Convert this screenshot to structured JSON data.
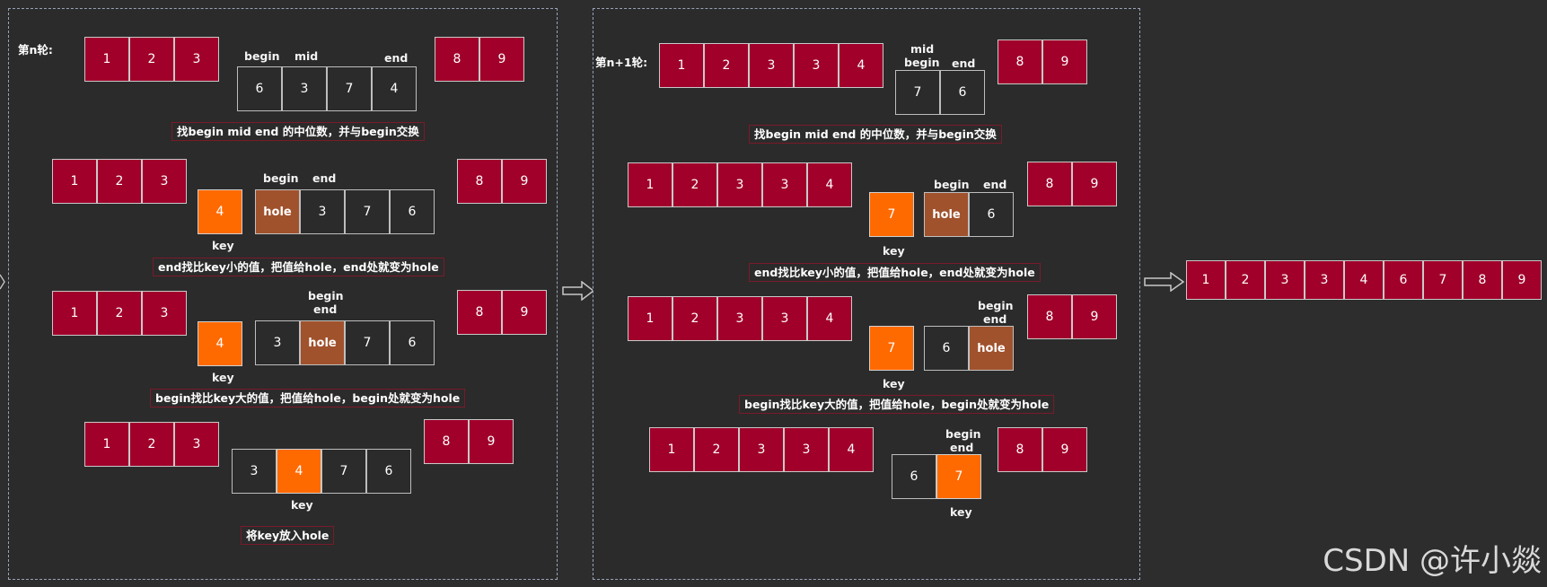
{
  "round1": {
    "label": "第n轮:",
    "step1": {
      "left": [
        "1",
        "2",
        "3"
      ],
      "middle": [
        "6",
        "3",
        "7",
        "4"
      ],
      "right": [
        "8",
        "9"
      ],
      "ptr_begin": "begin",
      "ptr_mid": "mid",
      "ptr_end": "end",
      "caption": "找begin mid end 的中位数，并与begin交换"
    },
    "step2": {
      "left": [
        "1",
        "2",
        "3"
      ],
      "key": "4",
      "key_label": "key",
      "middle": [
        "hole",
        "3",
        "7",
        "6"
      ],
      "right": [
        "8",
        "9"
      ],
      "ptr_begin": "begin",
      "ptr_end": "end",
      "caption": "end找比key小的值，把值给hole，end处就变为hole"
    },
    "step3": {
      "left": [
        "1",
        "2",
        "3"
      ],
      "key": "4",
      "key_label": "key",
      "middle": [
        "3",
        "hole",
        "7",
        "6"
      ],
      "right": [
        "8",
        "9"
      ],
      "ptr_begin": "begin",
      "ptr_end": "end",
      "caption": "begin找比key大的值，把值给hole，begin处就变为hole"
    },
    "step4": {
      "left": [
        "1",
        "2",
        "3"
      ],
      "middle": [
        "3",
        "4",
        "7",
        "6"
      ],
      "right": [
        "8",
        "9"
      ],
      "key_label": "key",
      "caption": "将key放入hole"
    }
  },
  "round2": {
    "label": "第n+1轮:",
    "step1": {
      "left": [
        "1",
        "2",
        "3",
        "3",
        "4"
      ],
      "middle": [
        "7",
        "6"
      ],
      "right": [
        "8",
        "9"
      ],
      "ptr_mid": "mid",
      "ptr_begin": "begin",
      "ptr_end": "end",
      "caption": "找begin mid end 的中位数，并与begin交换"
    },
    "step2": {
      "left": [
        "1",
        "2",
        "3",
        "3",
        "4"
      ],
      "key": "7",
      "key_label": "key",
      "middle": [
        "hole",
        "6"
      ],
      "right": [
        "8",
        "9"
      ],
      "ptr_begin": "begin",
      "ptr_end": "end",
      "caption": "end找比key小的值，把值给hole，end处就变为hole"
    },
    "step3": {
      "left": [
        "1",
        "2",
        "3",
        "3",
        "4"
      ],
      "key": "7",
      "key_label": "key",
      "middle": [
        "6",
        "hole"
      ],
      "right": [
        "8",
        "9"
      ],
      "ptr_begin": "begin",
      "ptr_end": "end",
      "caption": "begin找比key大的值，把值给hole，begin处就变为hole"
    },
    "step4": {
      "left": [
        "1",
        "2",
        "3",
        "3",
        "4"
      ],
      "middle": [
        "6",
        "7"
      ],
      "right": [
        "8",
        "9"
      ],
      "ptr_begin": "begin",
      "ptr_end": "end",
      "key_label": "key"
    }
  },
  "result": [
    "1",
    "2",
    "3",
    "3",
    "4",
    "6",
    "7",
    "8",
    "9"
  ],
  "watermark": "CSDN @许小燚",
  "colors": {
    "red": "#a0002a",
    "orange": "#ff6a00",
    "hole": "#a0522d",
    "panel": "#2b2b2b"
  }
}
